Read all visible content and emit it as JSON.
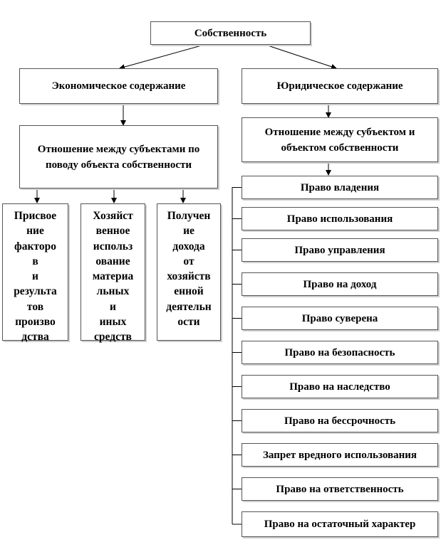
{
  "root": {
    "title": "Собственность"
  },
  "economic": {
    "title": "Экономическое содержание",
    "relation": "Отношение между субъектами по поводу объекта собственности",
    "items": [
      "Присвое ние факторо в и результа тов произво дства",
      "Хозяйст венное использ ование материа льных и иных средств",
      "Получен ие дохода от хозяйств енной деятельн ости"
    ]
  },
  "legal": {
    "title": "Юридическое содержание",
    "relation": "Отношение между субъектом и объектом собственности",
    "rights": [
      "Право владения",
      "Право использования",
      "Право управления",
      "Право на доход",
      "Право суверена",
      "Право на безопасность",
      "Право на наследство",
      "Право на бессрочность",
      "Запрет вредного использования",
      "Право на ответственность",
      "Право на остаточный характер"
    ]
  }
}
